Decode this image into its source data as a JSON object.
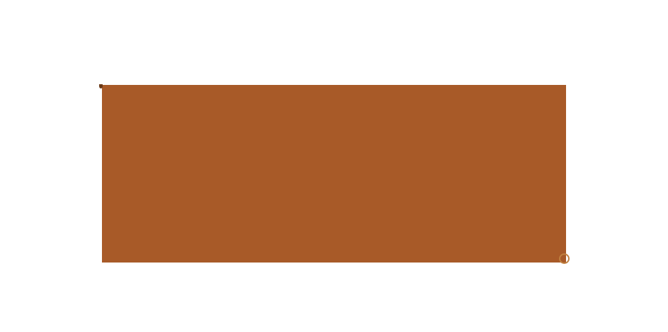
{
  "canvas": {
    "background_color": "#ffffff"
  },
  "swatch": {
    "description": "large solid rust-orange rectangle",
    "color": "#a85a28"
  },
  "corner_speck": {
    "description": "small dark speck at top-left corner of the rectangle",
    "color": "#6b3a18"
  },
  "ring_mark": {
    "description": "small circular outline mark at bottom-right corner of the rectangle",
    "glyph": "©",
    "color": "#c08040"
  }
}
